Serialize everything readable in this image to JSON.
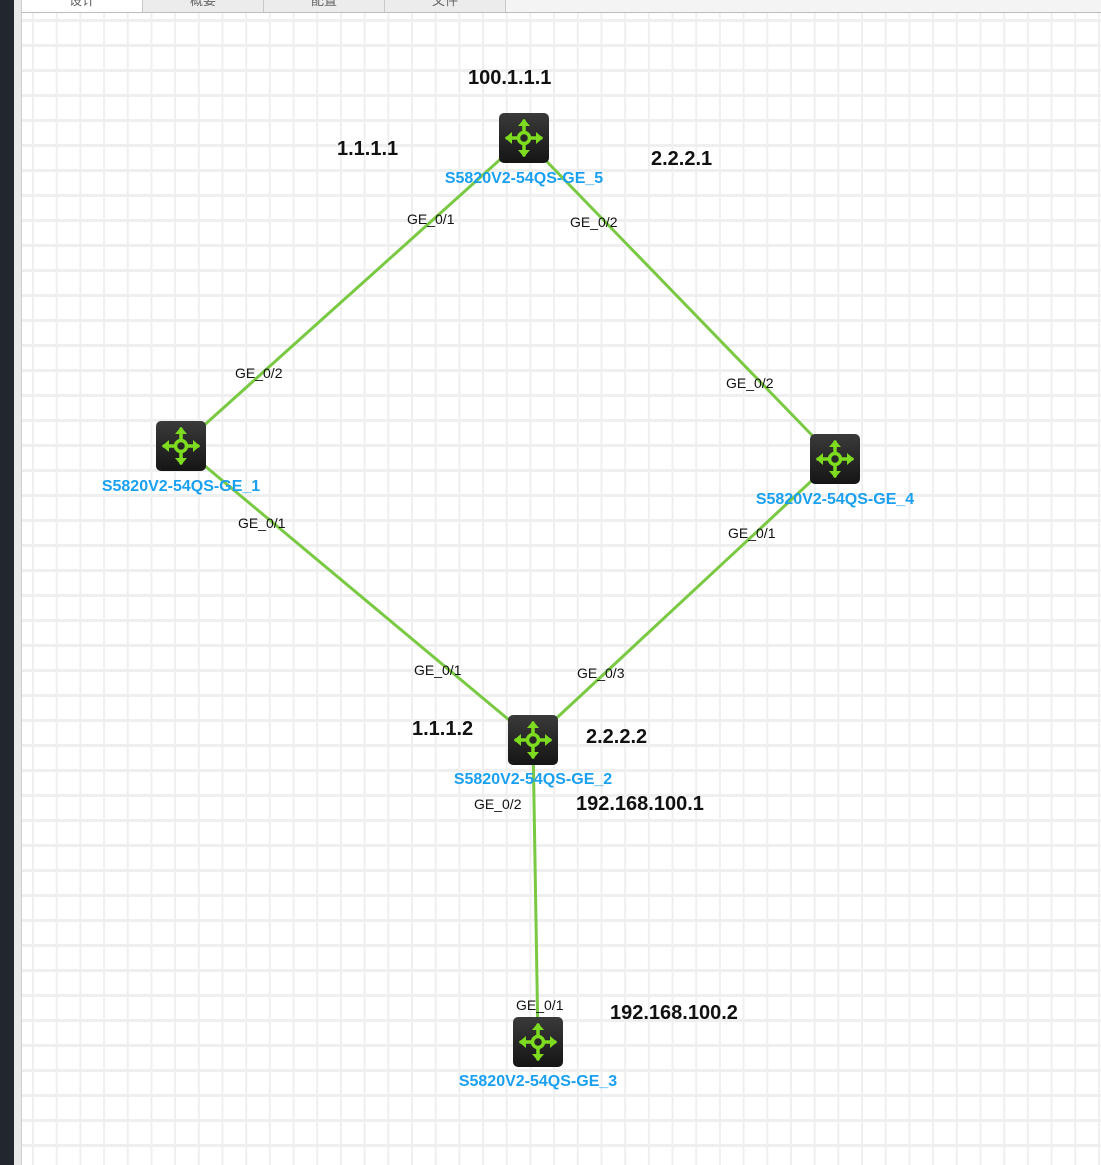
{
  "tabs": [
    {
      "label": "设计",
      "active": true
    },
    {
      "label": "概要"
    },
    {
      "label": "配置"
    },
    {
      "label": "文件"
    }
  ],
  "colors": {
    "link": "#7ac943",
    "device_label": "#1aa0f0",
    "device_icon": "#7ddc1f"
  },
  "devices": [
    {
      "id": "5",
      "name": "S5820V2-54QS-GE_5",
      "icon": "switch-router-icon"
    },
    {
      "id": "1",
      "name": "S5820V2-54QS-GE_1",
      "icon": "switch-router-icon"
    },
    {
      "id": "4",
      "name": "S5820V2-54QS-GE_4",
      "icon": "switch-router-icon"
    },
    {
      "id": "2",
      "name": "S5820V2-54QS-GE_2",
      "icon": "switch-router-icon"
    },
    {
      "id": "3",
      "name": "S5820V2-54QS-GE_3",
      "icon": "switch-router-icon"
    }
  ],
  "ports": {
    "p5_1": "GE_0/1",
    "p5_2": "GE_0/2",
    "p1_2": "GE_0/2",
    "p1_1": "GE_0/1",
    "p4_2": "GE_0/2",
    "p4_1": "GE_0/1",
    "p2_1": "GE_0/1",
    "p2_3": "GE_0/3",
    "p2_2": "GE_0/2",
    "p3_1": "GE_0/1"
  },
  "ips": {
    "ip5_lo": "100.1.1.1",
    "ip5_1": "1.1.1.1",
    "ip5_2": "2.2.2.1",
    "ip2_1": "1.1.1.2",
    "ip2_3": "2.2.2.2",
    "ip2_2": "192.168.100.1",
    "ip3_1": "192.168.100.2"
  }
}
